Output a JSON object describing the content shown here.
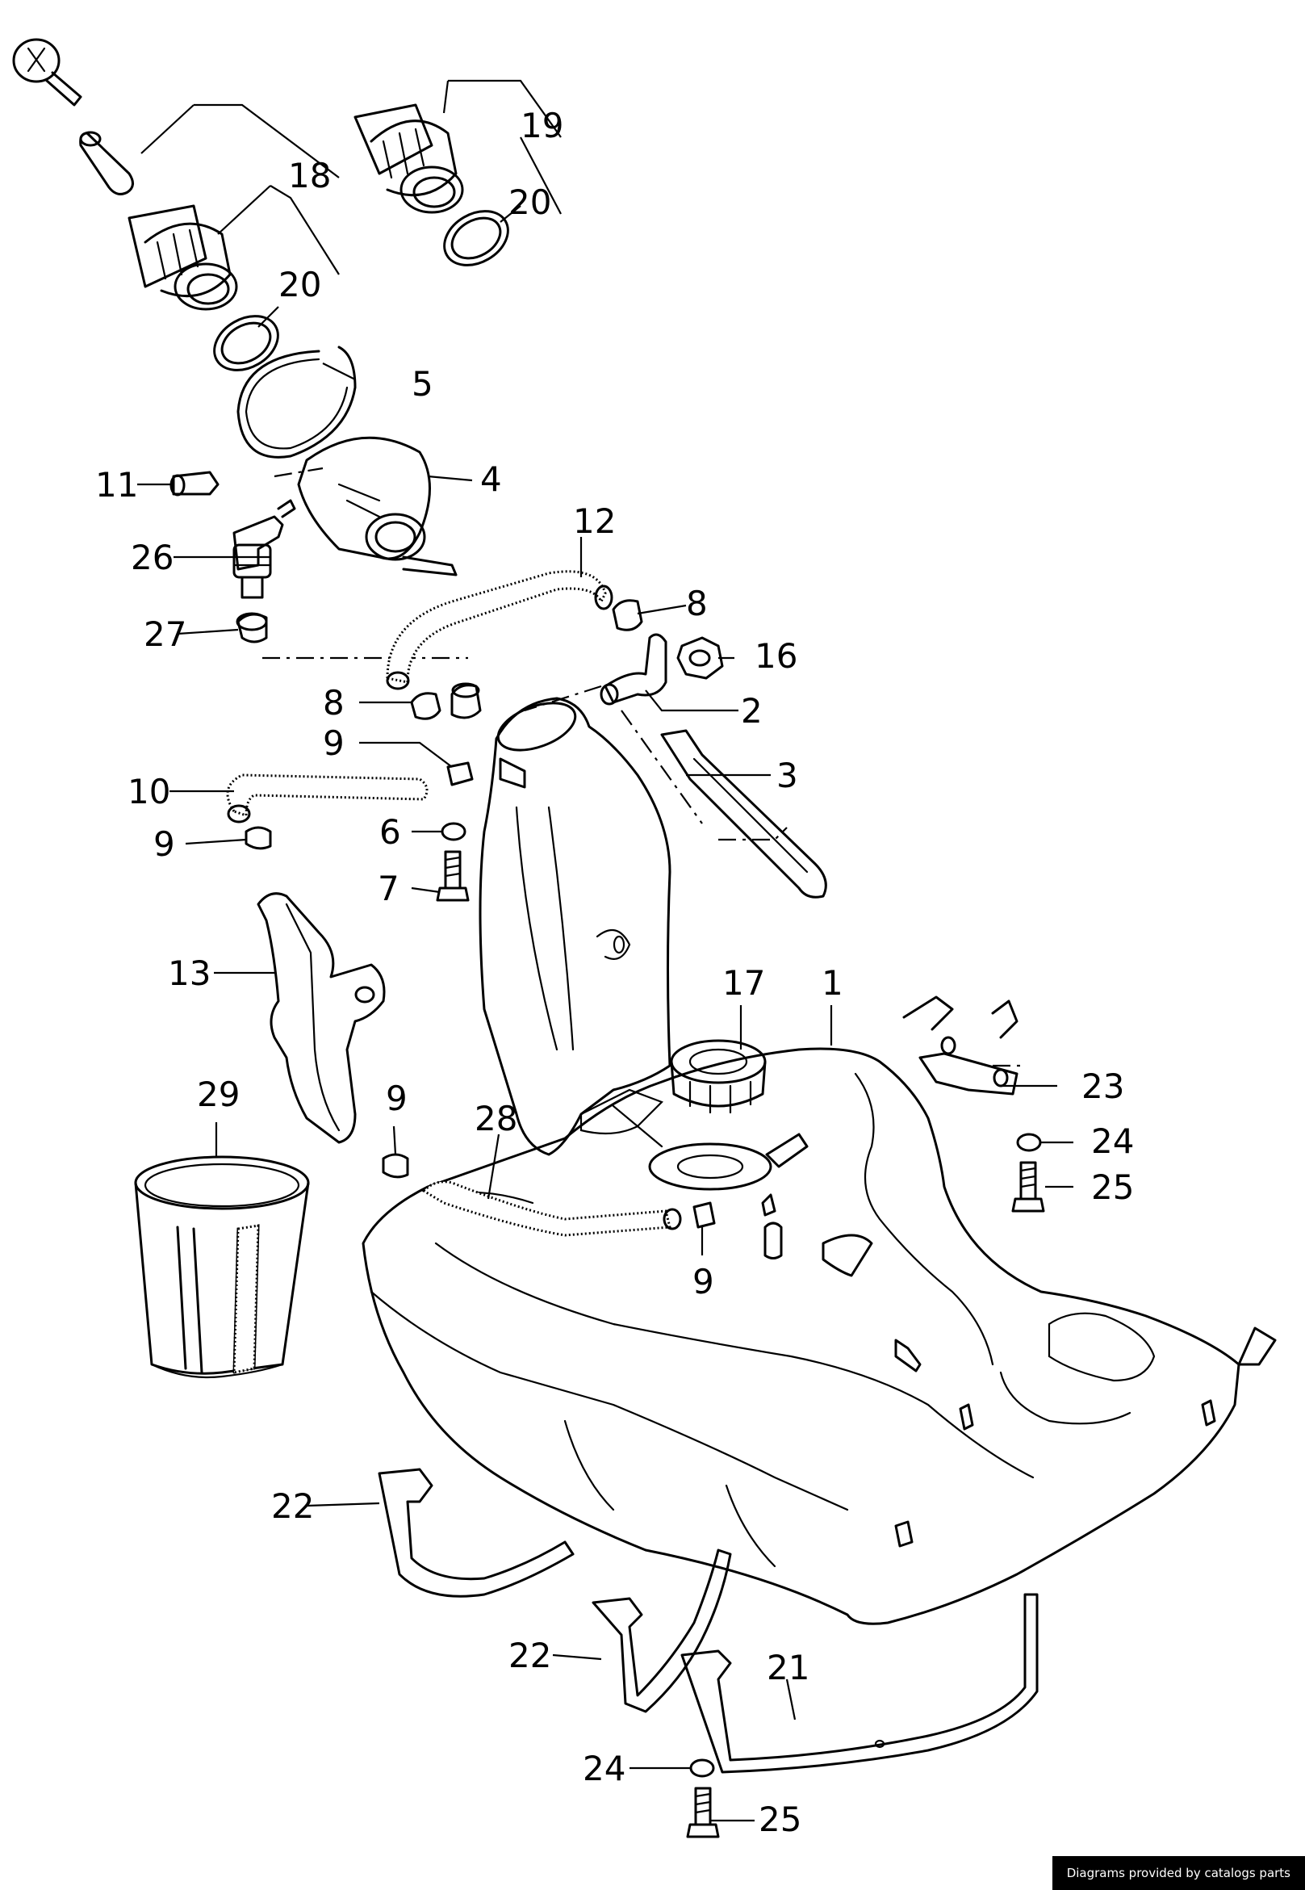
{
  "parts": [
    {
      "id": "p1",
      "label": "1"
    },
    {
      "id": "p2",
      "label": "2"
    },
    {
      "id": "p3",
      "label": "3"
    },
    {
      "id": "p4",
      "label": "4"
    },
    {
      "id": "p5",
      "label": "5"
    },
    {
      "id": "p6",
      "label": "6"
    },
    {
      "id": "p7",
      "label": "7"
    },
    {
      "id": "p8a",
      "label": "8"
    },
    {
      "id": "p8b",
      "label": "8"
    },
    {
      "id": "p9a",
      "label": "9"
    },
    {
      "id": "p9b",
      "label": "9"
    },
    {
      "id": "p9c",
      "label": "9"
    },
    {
      "id": "p9d",
      "label": "9"
    },
    {
      "id": "p10",
      "label": "10"
    },
    {
      "id": "p11",
      "label": "11"
    },
    {
      "id": "p12",
      "label": "12"
    },
    {
      "id": "p13",
      "label": "13"
    },
    {
      "id": "p16",
      "label": "16"
    },
    {
      "id": "p17",
      "label": "17"
    },
    {
      "id": "p18",
      "label": "18"
    },
    {
      "id": "p19",
      "label": "19"
    },
    {
      "id": "p20a",
      "label": "20"
    },
    {
      "id": "p20b",
      "label": "20"
    },
    {
      "id": "p21",
      "label": "21"
    },
    {
      "id": "p22a",
      "label": "22"
    },
    {
      "id": "p22b",
      "label": "22"
    },
    {
      "id": "p23",
      "label": "23"
    },
    {
      "id": "p24a",
      "label": "24"
    },
    {
      "id": "p24b",
      "label": "24"
    },
    {
      "id": "p25a",
      "label": "25"
    },
    {
      "id": "p25b",
      "label": "25"
    },
    {
      "id": "p26",
      "label": "26"
    },
    {
      "id": "p27",
      "label": "27"
    },
    {
      "id": "p28",
      "label": "28"
    },
    {
      "id": "p29",
      "label": "29"
    }
  ],
  "credit": "Diagrams provided by catalogs parts"
}
